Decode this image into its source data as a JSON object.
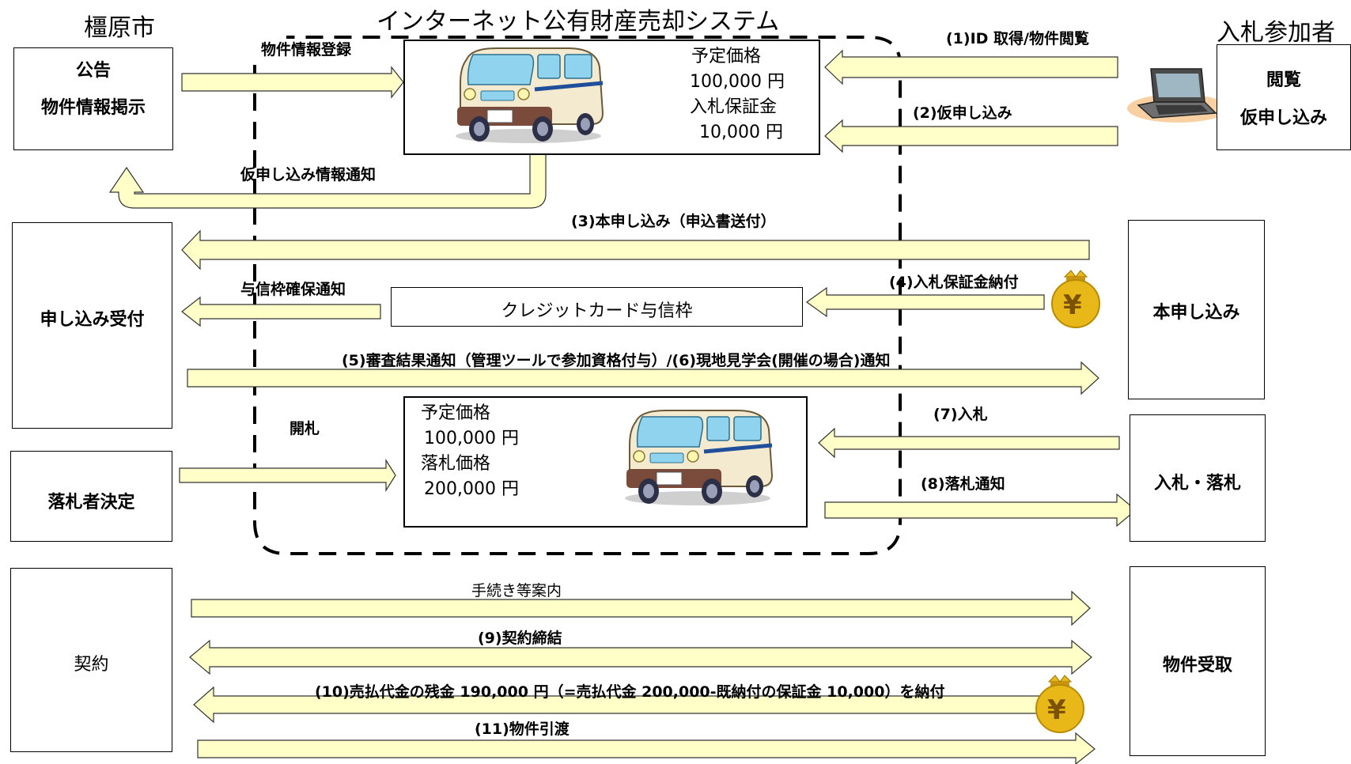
{
  "headers": {
    "left": "橿原市",
    "center": "インターネット公有財産売却システム",
    "right": "入札参加者"
  },
  "left_boxes": {
    "notice_line1": "公告",
    "notice_line2": "物件情報掲示",
    "application_reception": "申し込み受付",
    "winner_decision": "落札者決定",
    "contract": "契約"
  },
  "right_boxes": {
    "browse_line1": "閲覧",
    "browse_line2": "仮申し込み",
    "main_application": "本申し込み",
    "bid_win": "入札・落札",
    "property_receipt": "物件受取"
  },
  "system_box1": {
    "label1": "予定価格",
    "value1": "100,000 円",
    "label2": "入札保証金",
    "value2": "10,000 円"
  },
  "system_box2": {
    "label1": "予定価格",
    "value1": "100,000 円",
    "label2": "落札価格",
    "value2": "200,000 円"
  },
  "credit_box": "クレジットカード与信枠",
  "arrow_labels": {
    "property_registration": "物件情報登録",
    "step1": "(1)ID 取得/物件閲覧",
    "step2": "(2)仮申し込み",
    "provisional_notice": "仮申し込み情報通知",
    "step3": "(3)本申し込み（申込書送付）",
    "credit_notice": "与信枠確保通知",
    "step4": "(4)入札保証金納付",
    "step5_6": "(5)審査結果通知（管理ツールで参加資格付与）/(6)現地見学会(開催の場合)通知",
    "opening": "開札",
    "step7": "(7)入札",
    "step8": "(8)落札通知",
    "procedure_guide": "手続き等案内",
    "step9": "(9)契約締結",
    "step10": "(10)売払代金の残金 190,000 円（=売払代金 200,000-既納付の保証金 10,000）を納付",
    "step11": "(11)物件引渡"
  },
  "icons": {
    "coin_symbol": "¥",
    "laptop": "laptop-icon",
    "van": "van-icon",
    "money_bag": "money-bag-icon"
  },
  "colors": {
    "arrow_fill": "#ffffc8",
    "arrow_stroke": "#333333",
    "van_body": "#f3ead0",
    "van_window": "#8fd3ef",
    "van_stripe": "#1f4e9a",
    "coin_gold": "#e8b818"
  }
}
